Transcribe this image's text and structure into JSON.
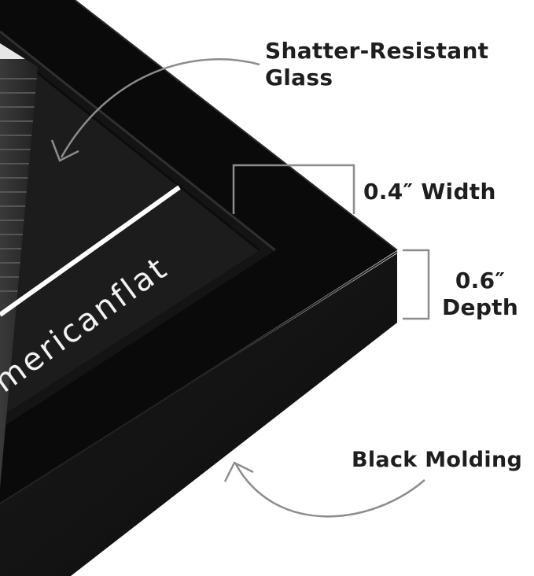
{
  "callouts": {
    "glass_line1": "Shatter-Resistant",
    "glass_line2": "Glass",
    "width_label": "0.4″ Width",
    "depth_line1": "0.6″",
    "depth_line2": "Depth",
    "molding_label": "Black Molding"
  },
  "artwork": {
    "brand_text": "mericanflat"
  },
  "colors": {
    "frame": "#0a0a0a",
    "frame_side": "#151515",
    "mat": "#1c1c1c",
    "text": "#1e1e1e",
    "arrow": "#8c8c8c"
  }
}
